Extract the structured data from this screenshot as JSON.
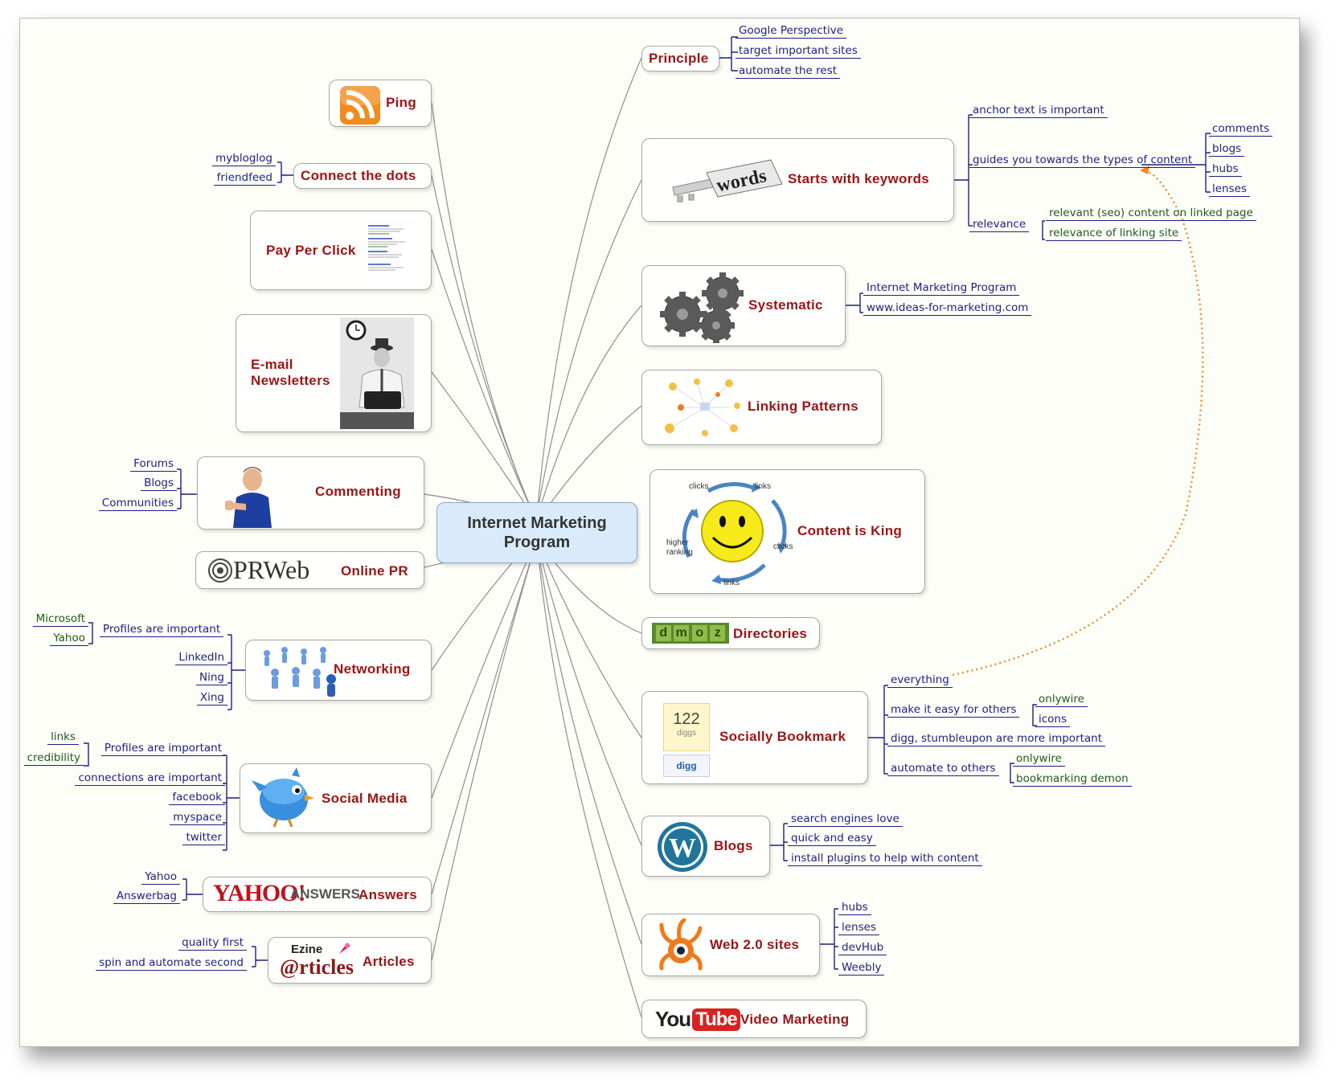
{
  "center": {
    "title": "Internet Marketing\nProgram"
  },
  "left": {
    "ping": {
      "label": "Ping",
      "icon": "rss-feed-icon"
    },
    "connect": {
      "label": "Connect the dots",
      "leaves": [
        "mybloglog",
        "friendfeed"
      ]
    },
    "ppc": {
      "label": "Pay Per Click"
    },
    "email": {
      "label": "E-mail\nNewsletters"
    },
    "commenting": {
      "label": "Commenting",
      "leaves": [
        "Forums",
        "Blogs",
        "Communities"
      ]
    },
    "onlinepr": {
      "label": "Online PR",
      "logo_text": "PRWeb"
    },
    "networking": {
      "label": "Networking",
      "leaves": [
        "Profiles are important",
        "LinkedIn",
        "Ning",
        "Xing"
      ],
      "sub_leaves": [
        "Microsoft",
        "Yahoo"
      ]
    },
    "social": {
      "label": "Social Media",
      "leaves": [
        "Profiles are important",
        "connections are important",
        "facebook",
        "myspace",
        "twitter"
      ],
      "sub_leaves": [
        "links",
        "credibility"
      ]
    },
    "answers": {
      "label": "Answers",
      "logo_text": "YAHOO!",
      "logo_sub": "ANSWERS",
      "leaves": [
        "Yahoo",
        "Answerbag"
      ]
    },
    "articles": {
      "label": "Articles",
      "logo_top": "Ezine",
      "logo_bottom": "@rticles",
      "leaves": [
        "quality first",
        "spin and automate second"
      ]
    }
  },
  "right": {
    "principle": {
      "label": "Principle",
      "leaves": [
        "Google Perspective",
        "target important sites",
        "automate the rest"
      ]
    },
    "keywords": {
      "label": "Starts with keywords",
      "pic_text": "words",
      "leaves": [
        "anchor text is important",
        "guides you towards the types of content",
        "relevance"
      ],
      "content_types": [
        "comments",
        "blogs",
        "hubs",
        "lenses"
      ],
      "relevance_leaves": [
        "relevant (seo) content on linked page",
        "relevance of linking site"
      ]
    },
    "systematic": {
      "label": "Systematic",
      "leaves": [
        "Internet Marketing Program",
        "www.ideas-for-marketing.com"
      ]
    },
    "linking": {
      "label": "Linking Patterns"
    },
    "content": {
      "label": "Content is King",
      "cycle": [
        "clicks",
        "links",
        "clicks",
        "links",
        "higher\nranking"
      ]
    },
    "directories": {
      "label": "Directories",
      "logo_letters": [
        "d",
        "m",
        "o",
        "z"
      ]
    },
    "bookmark": {
      "label": "Socially Bookmark",
      "digg_count": "122",
      "digg_sub": "diggs",
      "digg_btn": "digg",
      "leaves": [
        "everything",
        "make it easy for others",
        "digg, stumbleupon are more important",
        "automate to others"
      ],
      "easy_leaves": [
        "onlywire",
        "icons"
      ],
      "auto_leaves": [
        "onlywire",
        "bookmarking demon"
      ]
    },
    "blogs": {
      "label": "Blogs",
      "leaves": [
        "search engines love",
        "quick and easy",
        "install plugins to help with content"
      ]
    },
    "web20": {
      "label": "Web 2.0 sites",
      "leaves": [
        "hubs",
        "lenses",
        "devHub",
        "Weebly"
      ]
    },
    "video": {
      "label": "Video Marketing",
      "logo_you": "You",
      "logo_tube": "Tube"
    }
  },
  "colors": {
    "node_label": "#9c1414",
    "leaf_text": "#1d1f80",
    "leaf_green": "#1f5c1c",
    "center_fill": "#d9ebfb",
    "dotted_link": "#f08a24"
  }
}
